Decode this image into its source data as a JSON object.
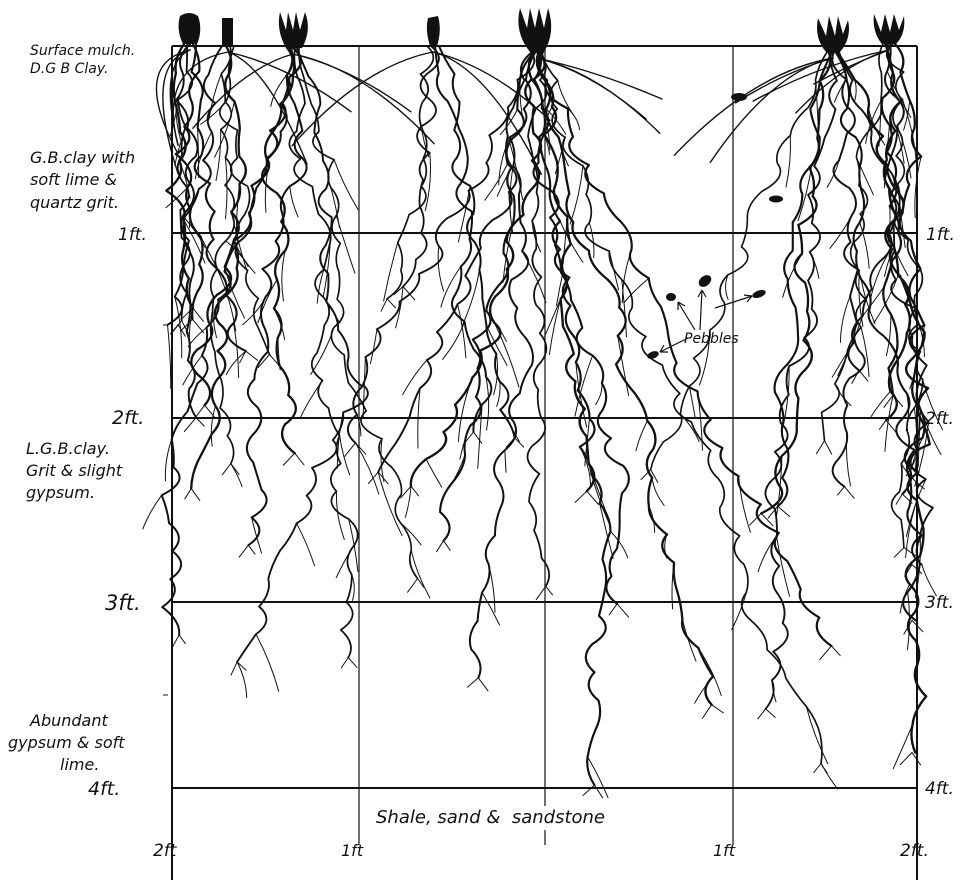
{
  "soil_layers": {
    "surface": "Surface mulch.",
    "surface_2": "D.G B Clay.",
    "layer1_a": "G.B.clay with",
    "layer1_b": "soft lime &",
    "layer1_c": "quartz grit.",
    "layer2_a": "L.G.B.clay.",
    "layer2_b": "Grit & slight",
    "layer2_c": "gypsum.",
    "layer3_a": "Abundant",
    "layer3_b": "gypsum & soft",
    "layer3_c": "lime."
  },
  "depth_labels": {
    "left": [
      "1ft.",
      "2ft.",
      "3ft.",
      "4ft."
    ],
    "right": [
      "1ft.",
      "2ft.",
      "3ft.",
      "4ft."
    ]
  },
  "width_labels": [
    "2ft",
    "1ft",
    "1ft",
    "2ft."
  ],
  "bottom_label": "Shale, sand &  sandstone",
  "annotation": "Pebbles"
}
